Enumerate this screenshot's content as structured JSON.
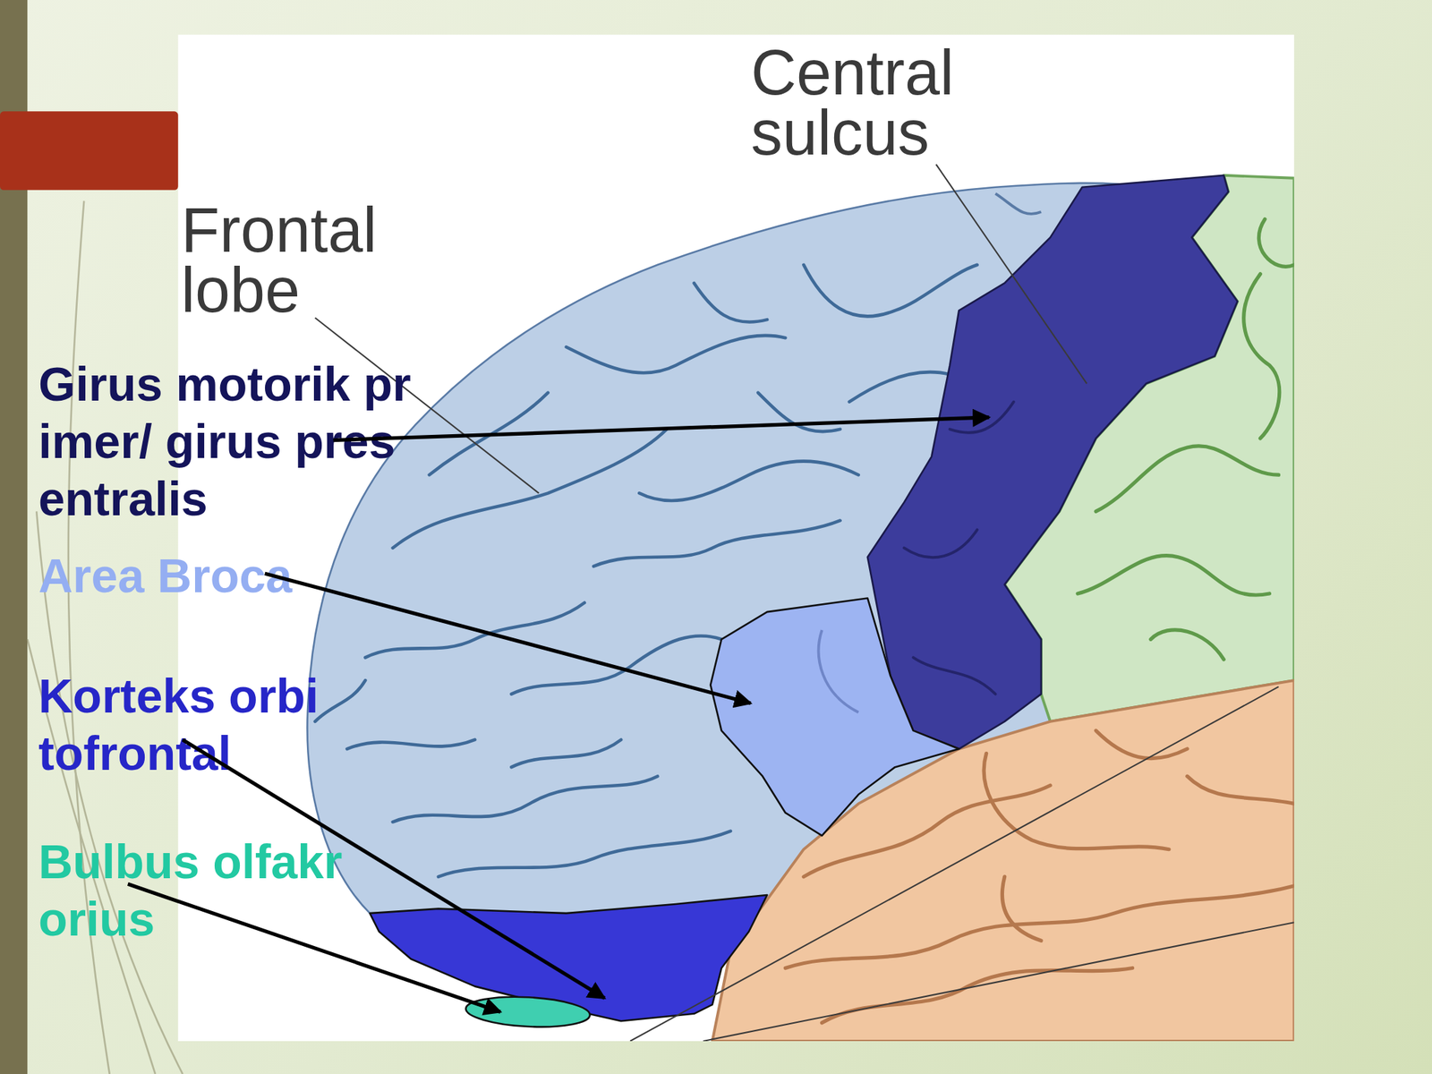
{
  "diagram": {
    "labels": [
      "Central sulcus",
      "Frontal lobe",
      "Girus motorik pr imer/ girus pres entralis",
      "Area Broca",
      "Korteks orbi tofrontal",
      "Bulbus olfakr orius"
    ]
  }
}
